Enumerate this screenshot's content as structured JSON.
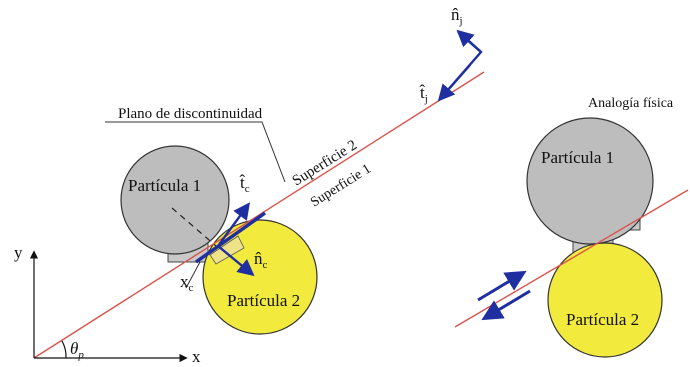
{
  "diagram": {
    "labels": {
      "plane": "Plano de discontinuidad",
      "surface2": "Superficie 2",
      "surface1": "Superficie 1",
      "particle1_left": "Partícula 1",
      "particle2_left": "Partícula 2",
      "particle1_right": "Partícula 1",
      "particle2_right": "Partícula 2",
      "analogy": "Analogía física",
      "axis_x": "x",
      "axis_y": "y",
      "angle": "θ",
      "angle_sub": "p",
      "xc": "x",
      "xc_sub": "c",
      "tc": "t̂",
      "tc_sub": "c",
      "nc": "n̂",
      "nc_sub": "c",
      "tj": "t̂",
      "tj_sub": "j",
      "nj": "n̂",
      "nj_sub": "j"
    },
    "colors": {
      "line_red": "#d9544d",
      "vector_blue": "#1f2fa0",
      "particle1_fill": "#bdbdbd",
      "particle2_fill": "#f2ea3c",
      "outline": "#333333"
    }
  }
}
